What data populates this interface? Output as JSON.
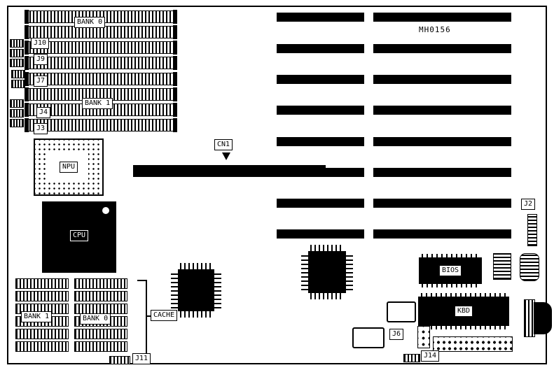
{
  "diagram": {
    "board_id": "MH0156",
    "colors": {
      "ink": "#000000",
      "paper": "#ffffff"
    },
    "labels": {
      "bank0_top": "BANK 0",
      "j10": "J10",
      "j9": "J9",
      "j7": "J7",
      "bank1_top": "BANK 1",
      "j4": "J4",
      "j3": "J3",
      "npu": "NPU",
      "cpu": "CPU",
      "cn1": "CN1",
      "cache_bank1": "BANK 1",
      "cache_bank0": "BANK 0",
      "cache": "CACHE",
      "bios": "BIOS",
      "kbd": "KBD",
      "j2": "J2",
      "j6": "J6",
      "j14": "J14",
      "j11": "J11"
    }
  }
}
